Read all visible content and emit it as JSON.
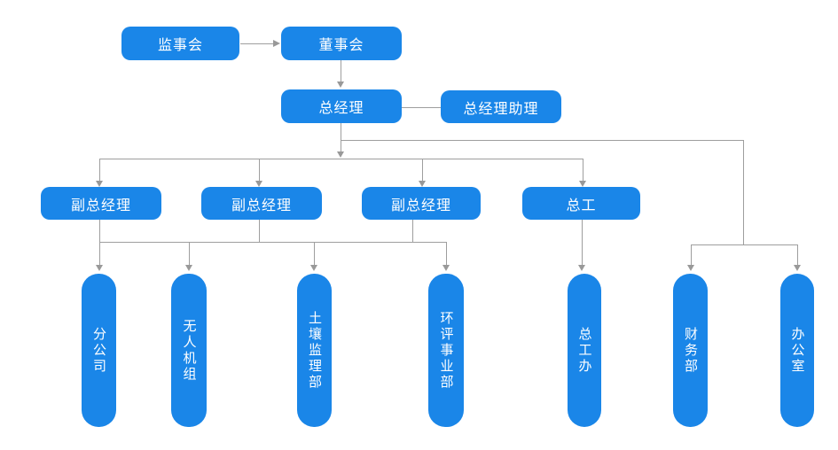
{
  "diagram": {
    "type": "org-chart",
    "colors": {
      "node_fill": "#1a86e8",
      "node_text": "#ffffff",
      "connector": "#9e9e9e",
      "background": "#ffffff"
    }
  },
  "nodes": {
    "supervisory_board": {
      "label": "监事会"
    },
    "board_of_directors": {
      "label": "董事会"
    },
    "general_manager": {
      "label": "总经理"
    },
    "gm_assistant": {
      "label": "总经理助理"
    },
    "deputy_gm_1": {
      "label": "副总经理"
    },
    "deputy_gm_2": {
      "label": "副总经理"
    },
    "deputy_gm_3": {
      "label": "副总经理"
    },
    "chief_engineer": {
      "label": "总工"
    },
    "branch_company": {
      "label": "分公司"
    },
    "drone_team": {
      "label": "无人机组"
    },
    "soil_supervision_dept": {
      "label": "土壤监理部"
    },
    "eia_division": {
      "label": "环评事业部"
    },
    "chief_engineer_office": {
      "label": "总工办"
    },
    "finance_dept": {
      "label": "财务部"
    },
    "general_office": {
      "label": "办公室"
    }
  },
  "edges": [
    {
      "from": "supervisory_board",
      "to": "board_of_directors",
      "style": "arrow"
    },
    {
      "from": "board_of_directors",
      "to": "general_manager",
      "style": "arrow"
    },
    {
      "from": "general_manager",
      "to": "gm_assistant",
      "style": "line"
    },
    {
      "from": "general_manager",
      "to": "deputy_gm_1",
      "style": "arrow"
    },
    {
      "from": "general_manager",
      "to": "deputy_gm_2",
      "style": "arrow"
    },
    {
      "from": "general_manager",
      "to": "deputy_gm_3",
      "style": "arrow"
    },
    {
      "from": "general_manager",
      "to": "chief_engineer",
      "style": "arrow"
    },
    {
      "from": "deputy_gm_1",
      "to": "branch_company",
      "style": "arrow",
      "note": "via shared rail"
    },
    {
      "from": "deputy_gm_2",
      "to": "drone_team",
      "style": "arrow",
      "note": "via shared rail"
    },
    {
      "from": "deputy_gm_3",
      "to": "soil_supervision_dept",
      "style": "arrow",
      "note": "via shared rail"
    },
    {
      "from": "deputy_gm_3",
      "to": "eia_division",
      "style": "arrow",
      "note": "via shared rail"
    },
    {
      "from": "chief_engineer",
      "to": "chief_engineer_office",
      "style": "arrow"
    },
    {
      "from": "general_manager",
      "to": "finance_dept",
      "style": "arrow"
    },
    {
      "from": "general_manager",
      "to": "general_office",
      "style": "arrow"
    }
  ]
}
